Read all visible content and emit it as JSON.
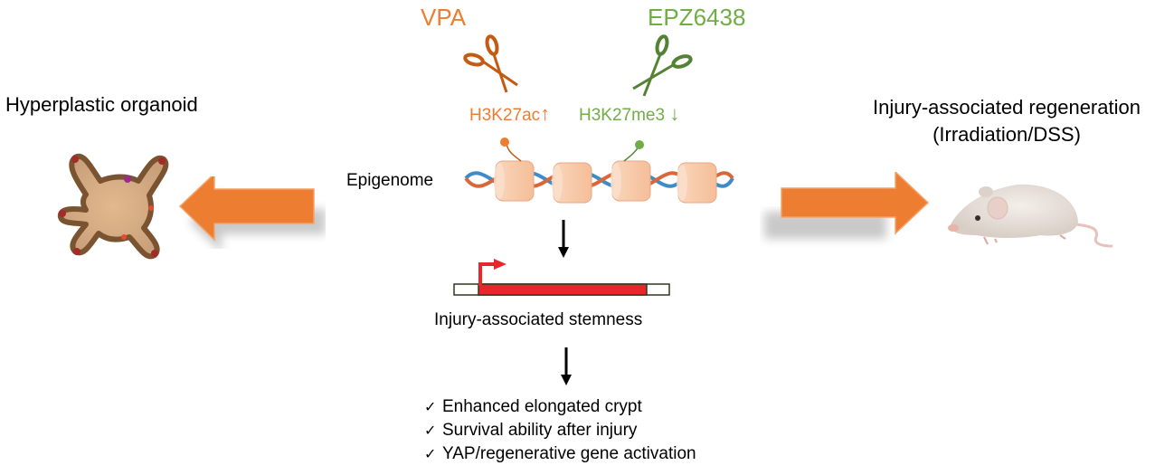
{
  "figure": {
    "left_panel": {
      "title": "Hyperplastic organoid",
      "image": "organoid-illustration"
    },
    "right_panel": {
      "title_line1": "Injury-associated regeneration",
      "title_line2": "(Irradiation/DSS)",
      "image": "mouse-illustration"
    },
    "drugs": [
      {
        "name": "VPA",
        "icon": "scissors-icon",
        "mark": "H3K27ac",
        "direction": "up",
        "direction_glyph": "↑",
        "color": "#ED7D31"
      },
      {
        "name": "EPZ6438",
        "icon": "scissors-icon",
        "mark": "H3K27me3",
        "direction": "down",
        "direction_glyph": "↓",
        "color": "#70AD47"
      }
    ],
    "center": {
      "epigenome_label": "Epigenome",
      "stemness_label": "Injury-associated stemness",
      "outcomes": [
        "Enhanced elongated crypt",
        "Survival ability after injury",
        "YAP/regenerative gene activation"
      ],
      "check_glyph": "✓"
    },
    "colors": {
      "orange": "#ED7D31",
      "green": "#70AD47",
      "gene_red": "#E8262C",
      "nucleosome": "#F8C9A8"
    }
  }
}
